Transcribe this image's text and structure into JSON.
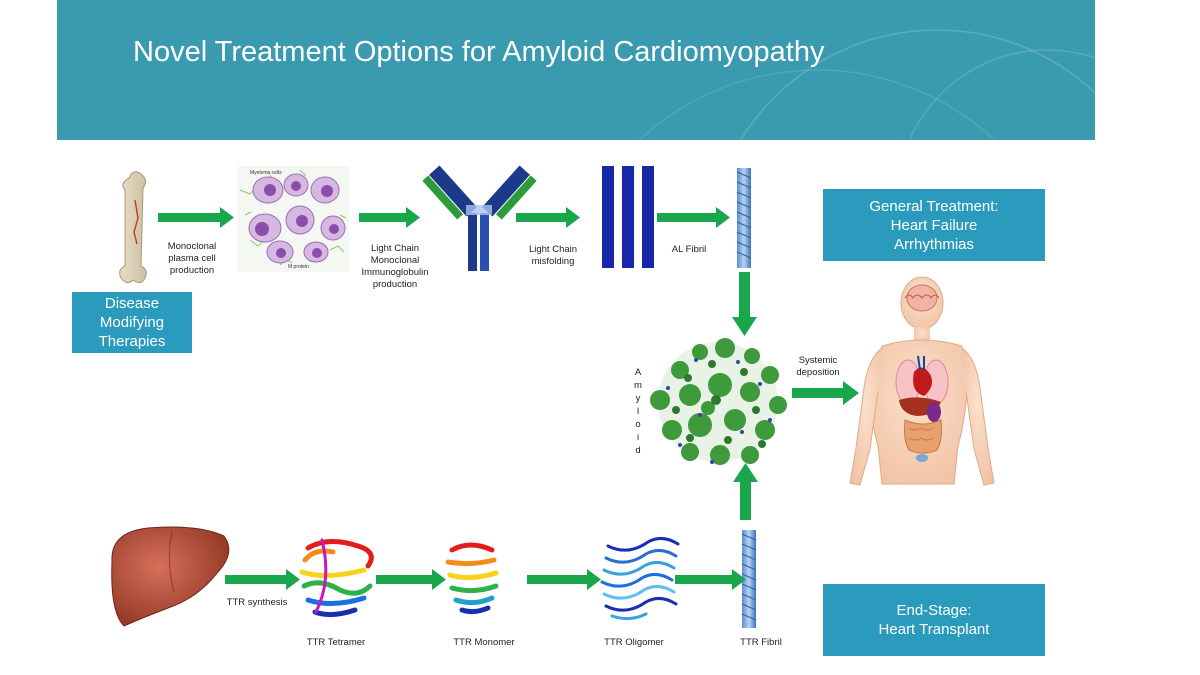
{
  "slide": {
    "title": "Novel Treatment Options for Amyloid Cardiomyopathy",
    "colors": {
      "header": "#3a9aaf",
      "box": "#2a9bbd",
      "arrow": "#1aa64a"
    }
  },
  "boxes": {
    "disease_modifying": [
      "Disease",
      "Modifying",
      "Therapies"
    ],
    "general_treatment": [
      "General Treatment:",
      "Heart Failure",
      "Arrhythmias"
    ],
    "end_stage": [
      "End-Stage:",
      "Heart Transplant"
    ]
  },
  "top_pathway": {
    "bone_label": [
      "Monoclonal",
      "plasma cell",
      "production"
    ],
    "myeloma_inset_labels": [
      "Myeloma cells",
      "M protein"
    ],
    "immunoglobulin_label": [
      "Light Chain",
      "Monoclonal",
      "Immunoglobulin",
      "production"
    ],
    "misfolding_label": [
      "Light Chain",
      "misfolding"
    ],
    "al_fibril_label": "AL Fibril"
  },
  "center": {
    "amyloid_letters": [
      "A",
      "m",
      "y",
      "l",
      "o",
      "i",
      "d"
    ],
    "systemic_label": [
      "Systemic",
      "deposition"
    ]
  },
  "bottom_pathway": {
    "ttr_synthesis": "TTR synthesis",
    "ttr_tetramer": "TTR Tetramer",
    "ttr_monomer": "TTR Monomer",
    "ttr_oligomer": "TTR Oligomer",
    "ttr_fibril": "TTR Fibril"
  }
}
